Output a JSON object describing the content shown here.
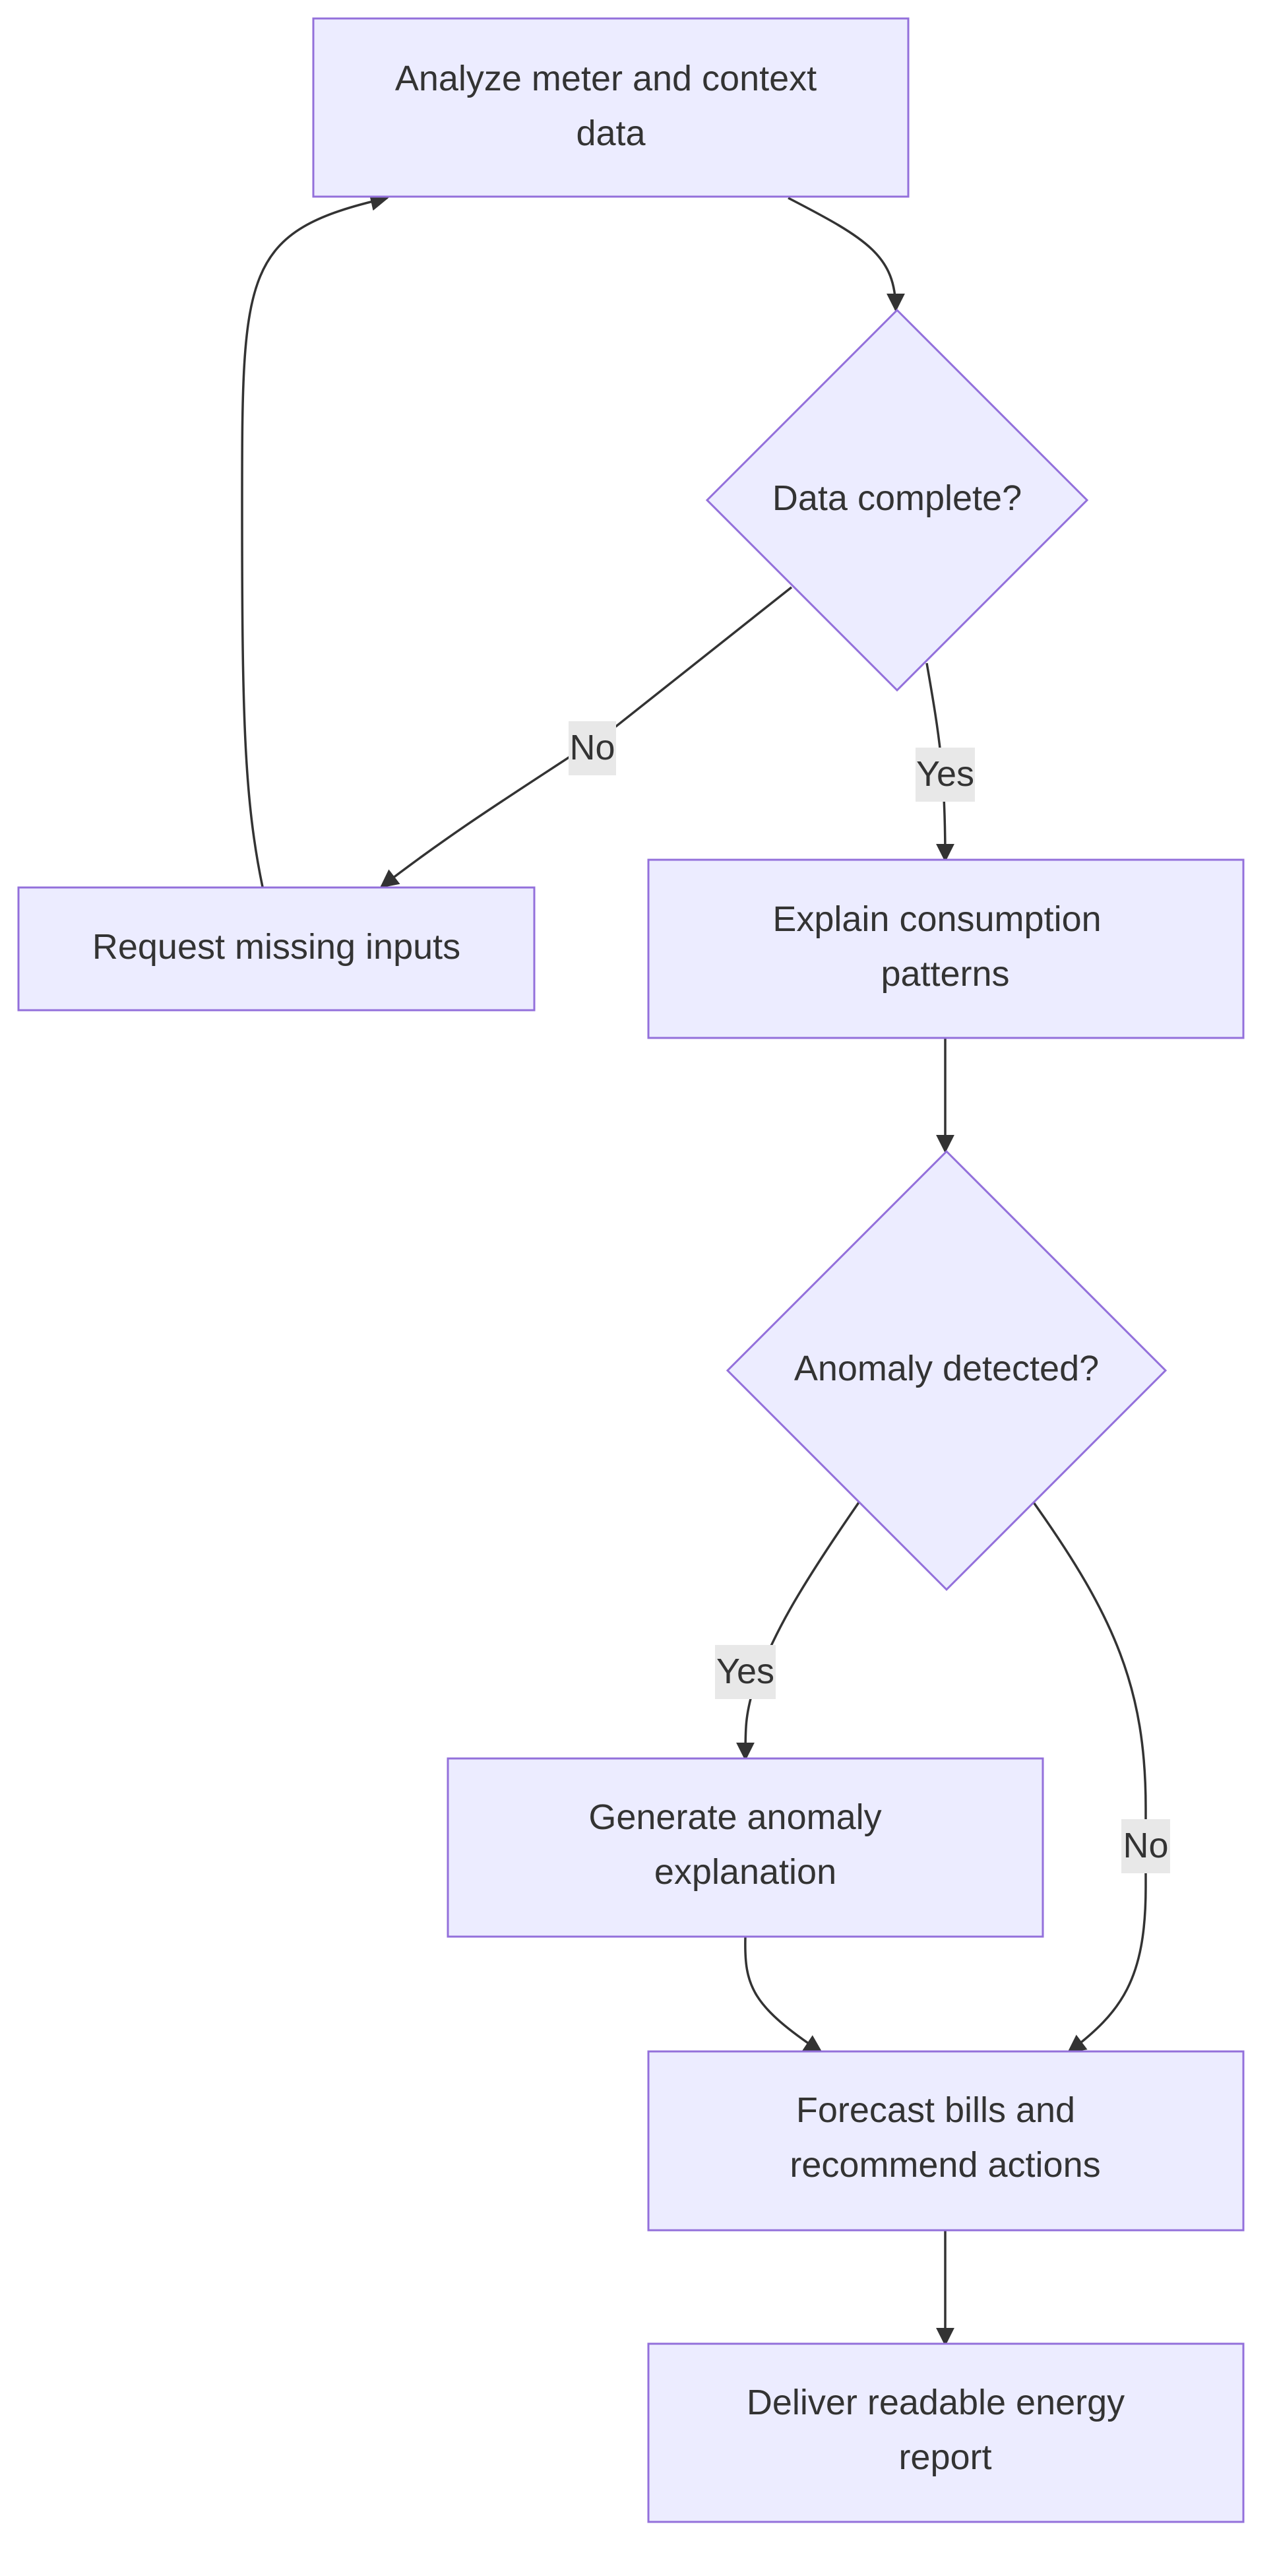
{
  "diagram": {
    "type": "flowchart",
    "colors": {
      "node_fill": "#ECECFF",
      "node_stroke": "#9370DB",
      "edge_stroke": "#333333",
      "text": "#333333",
      "edge_label_bg": "#e8e8e8"
    },
    "nodes": {
      "analyze": {
        "shape": "rect",
        "lines": [
          "Analyze meter and context",
          "data"
        ]
      },
      "data_complete": {
        "shape": "diamond",
        "lines": [
          "Data complete?"
        ]
      },
      "request_missing": {
        "shape": "rect",
        "lines": [
          "Request missing inputs"
        ]
      },
      "explain": {
        "shape": "rect",
        "lines": [
          "Explain consumption",
          "patterns"
        ]
      },
      "anomaly_detected": {
        "shape": "diamond",
        "lines": [
          "Anomaly detected?"
        ]
      },
      "generate_anomaly": {
        "shape": "rect",
        "lines": [
          "Generate anomaly",
          "explanation"
        ]
      },
      "forecast": {
        "shape": "rect",
        "lines": [
          "Forecast bills and",
          "recommend actions"
        ]
      },
      "deliver": {
        "shape": "rect",
        "lines": [
          "Deliver readable energy",
          "report"
        ]
      }
    },
    "edges": [
      {
        "from": "analyze",
        "to": "data_complete",
        "label": ""
      },
      {
        "from": "data_complete",
        "to": "request_missing",
        "label": "No"
      },
      {
        "from": "data_complete",
        "to": "explain",
        "label": "Yes"
      },
      {
        "from": "request_missing",
        "to": "analyze",
        "label": ""
      },
      {
        "from": "explain",
        "to": "anomaly_detected",
        "label": ""
      },
      {
        "from": "anomaly_detected",
        "to": "generate_anomaly",
        "label": "Yes"
      },
      {
        "from": "anomaly_detected",
        "to": "forecast",
        "label": "No"
      },
      {
        "from": "generate_anomaly",
        "to": "forecast",
        "label": ""
      },
      {
        "from": "forecast",
        "to": "deliver",
        "label": ""
      }
    ]
  }
}
